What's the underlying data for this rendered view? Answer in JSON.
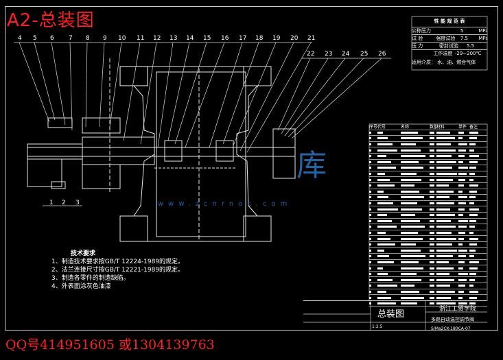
{
  "header": {
    "title": "A2-总装图"
  },
  "footer": {
    "contact": "QQ号414951605 或1304139763"
  },
  "callouts": {
    "top": [
      "4",
      "5",
      "6",
      "7",
      "8",
      "9",
      "10",
      "11",
      "12",
      "13",
      "14",
      "15",
      "16",
      "17",
      "18",
      "19",
      "20",
      "21"
    ],
    "right": [
      "22",
      "23",
      "24",
      "25",
      "26"
    ],
    "bottom": [
      "1",
      "2",
      "3"
    ]
  },
  "performance": {
    "title": "性 能 规 范 表",
    "rows": [
      {
        "a": "公称压力",
        "b": "",
        "c": "5",
        "d": "MPa"
      },
      {
        "a": "试  验",
        "b": "强度试验",
        "c": "7.5",
        "d": "MPa"
      },
      {
        "a": "压  力",
        "b": "密封试验",
        "c": "5.5",
        "d": ""
      },
      {
        "a": "",
        "b": "工作温度",
        "c": "-29~200℃",
        "d": ""
      }
    ],
    "note": "适用介质： 水、油、燃合气体"
  },
  "requirements": {
    "title": "技术要求",
    "items": [
      "1、制造技术要求按GB/T 12224-1989的规定。",
      "2、法兰连接尺寸按GB/T 12221-1989的规定。",
      "3、制造各零件的制造缺陷。",
      "4、外表面涂灰色油漆"
    ]
  },
  "parts_table": {
    "headers": [
      "序号",
      "代号",
      "名称",
      "数量",
      "材料",
      "单件",
      "备注"
    ],
    "rows": 30
  },
  "title_block": {
    "name": "总装图",
    "school": "浙江工贸学院",
    "product": "多路自动温控调节阀",
    "drawing_no": "S/Ma2CK-180CA-07",
    "scale": "1:2.5"
  },
  "watermark": {
    "text": "www.zcnrnoc.com",
    "logo": "库"
  }
}
